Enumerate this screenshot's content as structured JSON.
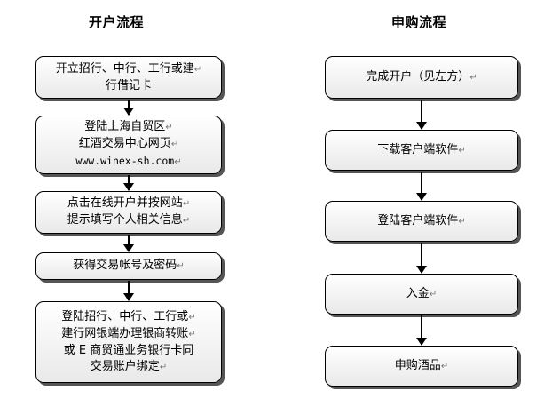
{
  "left": {
    "title": "开户流程",
    "steps": [
      {
        "lines": [
          "开立招行、中行、工行或建",
          "行借记卡"
        ],
        "marks": [
          "↵",
          ""
        ]
      },
      {
        "lines": [
          "登陆上海自贸区",
          "红酒交易中心网页",
          "www.winex-sh.com"
        ],
        "marks": [
          "↵",
          "↵",
          "↵"
        ]
      },
      {
        "lines": [
          "点击在线开户并按网站",
          "提示填写个人相关信息"
        ],
        "marks": [
          "↵",
          "↵"
        ]
      },
      {
        "lines": [
          "获得交易帐号及密码"
        ],
        "marks": [
          "↵"
        ]
      },
      {
        "lines": [
          "登陆招行、中行、工行或",
          "建行网银端办理银商转账",
          "或 E 商贸通业务银行卡同",
          "交易账户绑定"
        ],
        "marks": [
          "↵",
          "↵",
          "",
          "↵"
        ]
      }
    ]
  },
  "right": {
    "title": "申购流程",
    "steps": [
      {
        "lines": [
          "完成开户（见左方）"
        ],
        "marks": [
          "↵"
        ]
      },
      {
        "lines": [
          "下载客户端软件"
        ],
        "marks": [
          "↵"
        ]
      },
      {
        "lines": [
          "登陆客户端软件"
        ],
        "marks": [
          "↵"
        ]
      },
      {
        "lines": [
          "入金"
        ],
        "marks": [
          "↵"
        ]
      },
      {
        "lines": [
          "申购酒品"
        ],
        "marks": [
          "↵"
        ]
      }
    ]
  }
}
